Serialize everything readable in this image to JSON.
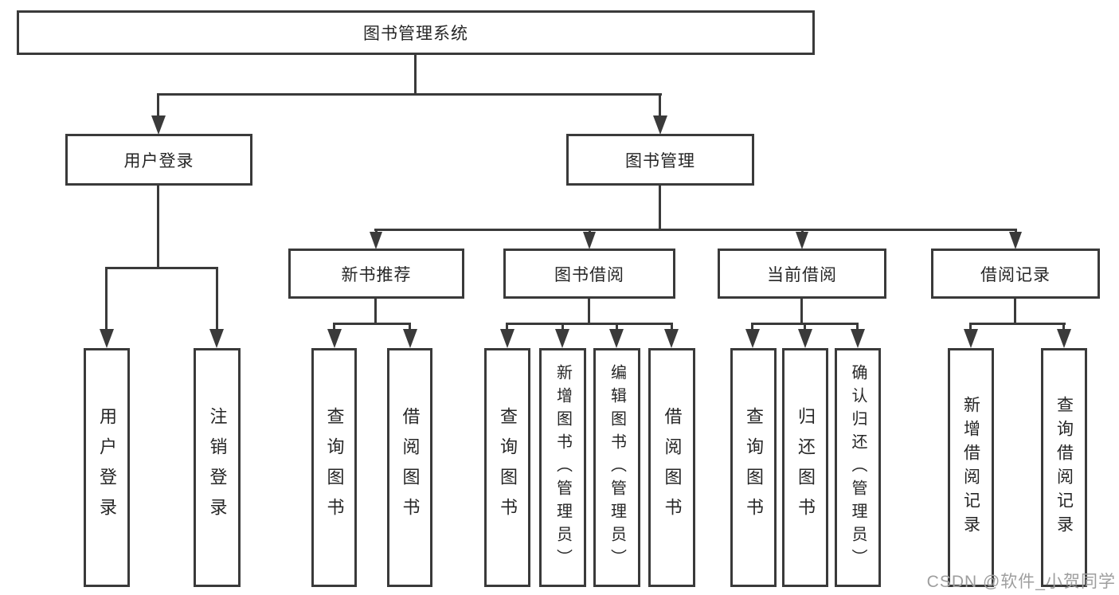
{
  "tree": {
    "root": {
      "label": "图书管理系统"
    },
    "level2": [
      {
        "label": "用户登录",
        "children": [
          {
            "label": "用户登录"
          },
          {
            "label": "注销登录"
          }
        ]
      },
      {
        "label": "图书管理",
        "children": [
          {
            "label": "新书推荐",
            "children": [
              {
                "label": "查询图书"
              },
              {
                "label": "借阅图书"
              }
            ]
          },
          {
            "label": "图书借阅",
            "children": [
              {
                "label": "查询图书"
              },
              {
                "label": "新增图书（管理员）"
              },
              {
                "label": "编辑图书（管理员）"
              },
              {
                "label": "借阅图书"
              }
            ]
          },
          {
            "label": "当前借阅",
            "children": [
              {
                "label": "查询图书"
              },
              {
                "label": "归还图书"
              },
              {
                "label": "确认归还（管理员）"
              }
            ]
          },
          {
            "label": "借阅记录",
            "children": [
              {
                "label": "新增借阅记录"
              },
              {
                "label": "查询借阅记录"
              }
            ]
          }
        ]
      }
    ]
  },
  "watermark": {
    "text": "CSDN @软件_小贺同学"
  },
  "colors": {
    "line": "#3a3a3a",
    "text": "#262626",
    "watermark": "#9e9e9e",
    "background": "#ffffff"
  }
}
